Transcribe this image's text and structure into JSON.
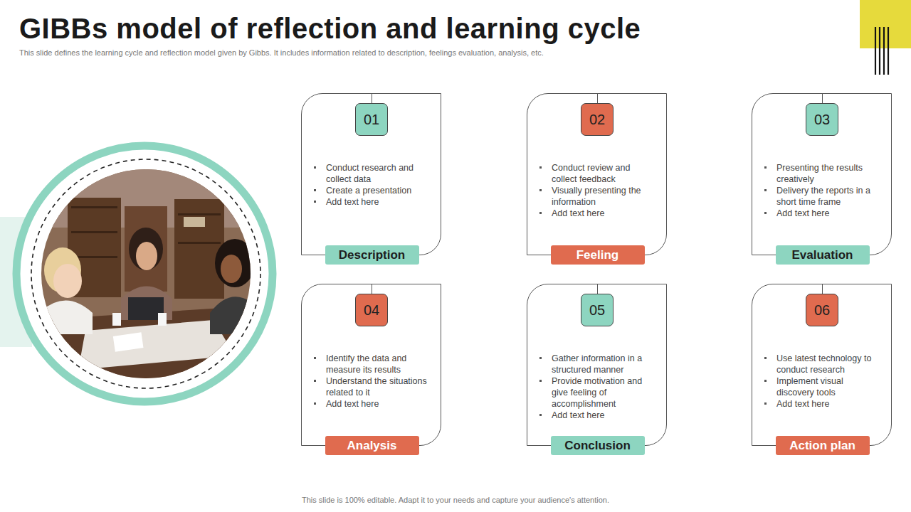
{
  "diagram": {
    "title": "GIBBs model of reflection and learning cycle",
    "caption": "This slide is 100% editable. Adapt it to your needs and capture your audience's attention.",
    "nodes": [
      {
        "text": [
          "Conduct research and collect data",
          "Create a presentation",
          "Add text here"
        ]
      },
      {
        "text": [
          "01"
        ],
        "in": 0
      },
      {
        "text": [
          "Description"
        ],
        "in": 0
      },
      {
        "text": [
          "Conduct review and collect feedback",
          "Visually presenting the information",
          "Add text here"
        ]
      },
      {
        "text": [
          "02"
        ],
        "in": 3
      },
      {
        "text": [
          "Feeling"
        ],
        "in": 3
      },
      {
        "text": [
          "Presenting the results creatively",
          "Delivery the reports in a short time frame",
          "Add text here"
        ]
      },
      {
        "text": [
          "03"
        ],
        "in": 6
      },
      {
        "text": [
          "Evaluation"
        ],
        "in": 6
      },
      {
        "text": [
          "Identify the data and measure its results",
          "Understand the situations related to it",
          "Add text here"
        ]
      },
      {
        "text": [
          "04"
        ],
        "in": 9
      },
      {
        "text": [
          "Analysis"
        ],
        "in": 9
      },
      {
        "text": [
          "Gather information in a structured manner",
          "Provide motivation and give feeling of accomplishment",
          "Add text here"
        ]
      },
      {
        "text": [
          "05"
        ],
        "in": 12
      },
      {
        "text": [
          "Conclusion"
        ],
        "in": 12
      },
      {
        "text": [
          "Use latest technology to conduct research",
          "Implement visual discovery tools",
          "Add text here"
        ]
      },
      {
        "text": [
          "06"
        ],
        "in": 15
      },
      {
        "text": [
          "Action plan"
        ],
        "in": 15
      }
    ],
    "labels": [
      "This slide defines the learning cycle and reflection model given by Gibbs. It includes information related to description, feelings evaluation, analysis, etc."
    ]
  }
}
